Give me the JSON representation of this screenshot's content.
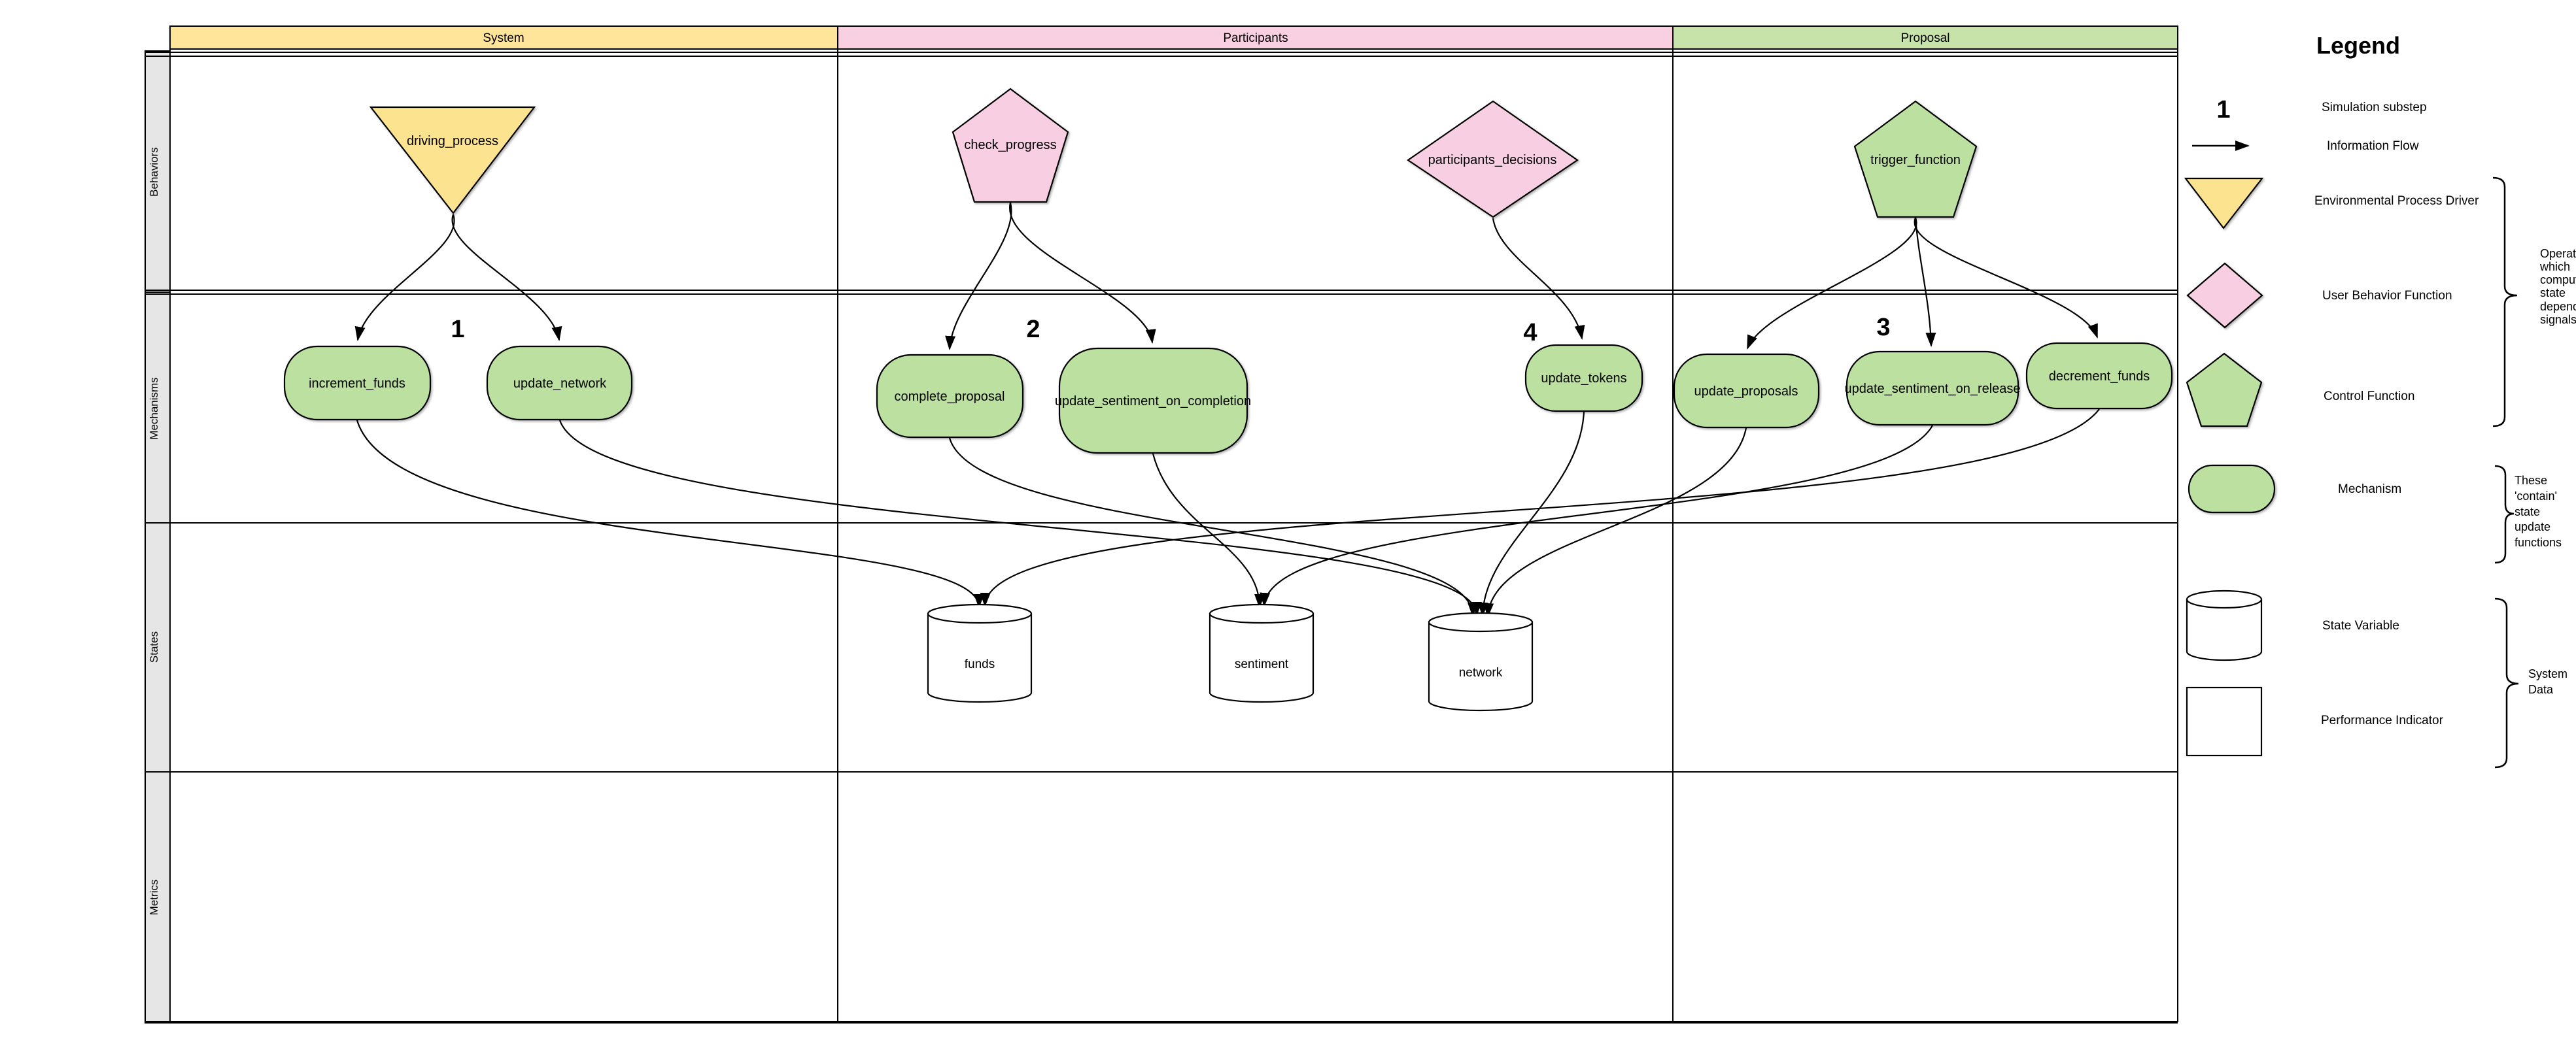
{
  "headers": {
    "system": "System",
    "participants": "Participants",
    "proposal": "Proposal"
  },
  "rows": {
    "behaviors": "Behaviors",
    "mechanisms": "Mechanisms",
    "states": "States",
    "metrics": "Metrics"
  },
  "nodes": {
    "driving_process": "driving_process",
    "check_progress": "check_progress",
    "participants_decisions": "participants_decisions",
    "trigger_function": "trigger_function",
    "increment_funds": "increment_funds",
    "update_network": "update_network",
    "complete_proposal": "complete_proposal",
    "update_sentiment_on_completion": "update_sentiment_on_completion",
    "update_tokens": "update_tokens",
    "update_proposals": "update_proposals",
    "update_sentiment_on_release": "update_sentiment_on_release",
    "decrement_funds": "decrement_funds",
    "funds": "funds",
    "sentiment": "sentiment",
    "network": "network"
  },
  "substeps": {
    "s1": "1",
    "s2": "2",
    "s3": "3",
    "s4": "4"
  },
  "edges": [
    {
      "from": "driving_process",
      "to": "increment_funds"
    },
    {
      "from": "driving_process",
      "to": "update_network"
    },
    {
      "from": "check_progress",
      "to": "complete_proposal"
    },
    {
      "from": "check_progress",
      "to": "update_sentiment_on_completion"
    },
    {
      "from": "participants_decisions",
      "to": "update_tokens"
    },
    {
      "from": "trigger_function",
      "to": "update_proposals"
    },
    {
      "from": "trigger_function",
      "to": "update_sentiment_on_release"
    },
    {
      "from": "trigger_function",
      "to": "decrement_funds"
    },
    {
      "from": "increment_funds",
      "to": "funds"
    },
    {
      "from": "decrement_funds",
      "to": "funds"
    },
    {
      "from": "update_sentiment_on_completion",
      "to": "sentiment"
    },
    {
      "from": "update_sentiment_on_release",
      "to": "sentiment"
    },
    {
      "from": "update_network",
      "to": "network"
    },
    {
      "from": "complete_proposal",
      "to": "network"
    },
    {
      "from": "update_tokens",
      "to": "network"
    },
    {
      "from": "update_proposals",
      "to": "network"
    }
  ],
  "legend": {
    "title": "Legend",
    "substep_symbol": "1",
    "items": {
      "simulation_substep": "Simulation substep",
      "information_flow": "Information Flow",
      "environmental_process_driver": "Environmental Process Driver",
      "user_behavior_function": "User Behavior Function",
      "control_function": "Control Function",
      "mechanism": "Mechanism",
      "state_variable": "State Variable",
      "performance_indicator": "Performance Indicator"
    },
    "annotations": {
      "operators": "Operators which compute state dependent signals",
      "contain": "These 'contain' state update functions",
      "system_data": "System Data"
    }
  },
  "colors": {
    "header_yellow": "#FFE599",
    "header_pink": "#F9CFE2",
    "header_green": "#C7E3AA",
    "shape_yellow": "#FCE38F",
    "shape_pink": "#F7CEE2",
    "shape_green": "#BCE0A0",
    "row_label_bg": "#E6E6E6",
    "stroke": "#000000"
  }
}
